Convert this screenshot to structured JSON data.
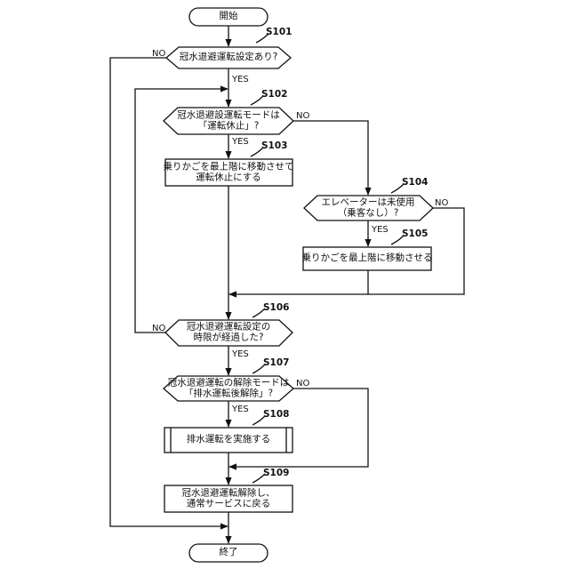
{
  "nodes": {
    "start": "開始",
    "s101": "冠水退避運転設定あり?",
    "s102": [
      "冠水退避設運転モードは",
      "「運転休止」?"
    ],
    "s103": [
      "乗りかごを最上階に移動させて",
      "運転休止にする"
    ],
    "s104": [
      "エレベーターは未使用",
      "（乗客なし）?"
    ],
    "s105": "乗りかごを最上階に移動させる",
    "s106": [
      "冠水退避運転設定の",
      "時限が経過した?"
    ],
    "s107": [
      "冠水退避運転の解除モードは",
      "「排水運転後解除」?"
    ],
    "s108": "排水運転を実施する",
    "s109": [
      "冠水退避運転解除し、",
      "通常サービスに戻る"
    ],
    "end": "終了"
  },
  "steps": {
    "s101": "S101",
    "s102": "S102",
    "s103": "S103",
    "s104": "S104",
    "s105": "S105",
    "s106": "S106",
    "s107": "S107",
    "s108": "S108",
    "s109": "S109"
  },
  "branches": {
    "yes": "YES",
    "no": "NO"
  },
  "colors": {
    "line": "#111111",
    "background": "#ffffff"
  }
}
